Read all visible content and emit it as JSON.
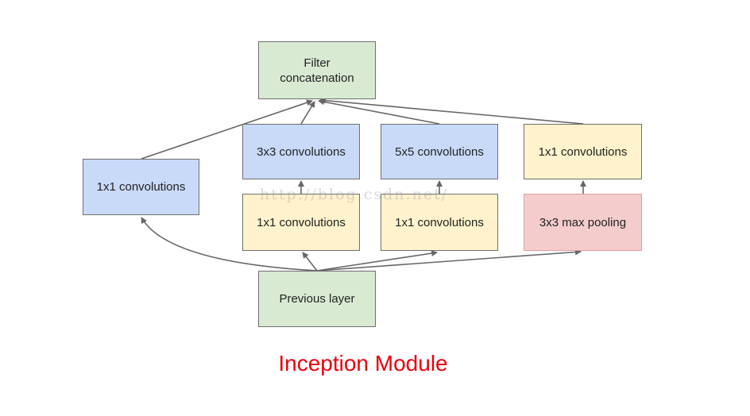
{
  "diagram": {
    "nodes": {
      "filter_concat": "Filter\nconcatenation",
      "conv3x3": "3x3 convolutions",
      "conv5x5": "5x5 convolutions",
      "conv1x1_d": "1x1 convolutions",
      "conv1x1_a": "1x1 convolutions",
      "conv1x1_b": "1x1 convolutions",
      "conv1x1_c": "1x1 convolutions",
      "maxpool": "3x3 max pooling",
      "previous": "Previous layer"
    },
    "edges": [
      [
        "previous",
        "conv1x1_a"
      ],
      [
        "previous",
        "conv1x1_b"
      ],
      [
        "previous",
        "conv1x1_c"
      ],
      [
        "previous",
        "maxpool"
      ],
      [
        "conv1x1_b",
        "conv3x3"
      ],
      [
        "conv1x1_c",
        "conv5x5"
      ],
      [
        "maxpool",
        "conv1x1_d"
      ],
      [
        "conv1x1_a",
        "filter_concat"
      ],
      [
        "conv3x3",
        "filter_concat"
      ],
      [
        "conv5x5",
        "filter_concat"
      ],
      [
        "conv1x1_d",
        "filter_concat"
      ]
    ],
    "colors": {
      "green": "#d9ead3",
      "blue": "#c9daf8",
      "yellow": "#fff2cc",
      "pink": "#f4cccc",
      "edge": "#666666"
    }
  },
  "watermark": "http://blog.csdn.net/",
  "caption": {
    "text": "Inception Module",
    "color": "#e8000b"
  }
}
